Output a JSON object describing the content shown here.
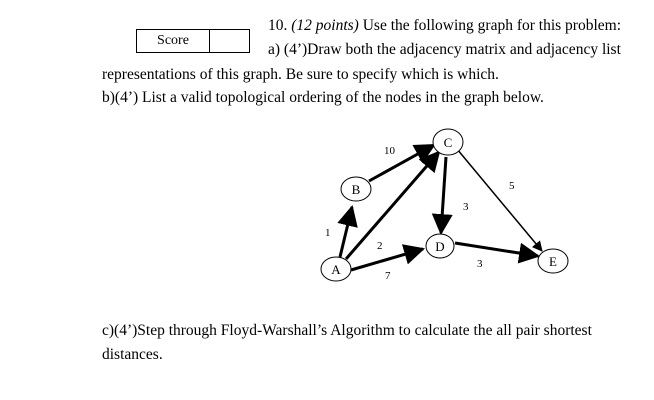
{
  "score": {
    "label": "Score"
  },
  "problem": {
    "number": "10.",
    "points": "(12 points)",
    "intro": "Use the following graph for this problem:",
    "part_a_line1": "a) (4’)Draw both the adjacency matrix and adjacency list",
    "part_a_line2": "representations of this graph. Be sure to specify which is which.",
    "part_b": "b)(4’) List a valid topological ordering of the nodes in the graph below.",
    "part_c_line1": "c)(4’)Step through Floyd-Warshall’s Algorithm to calculate the all pair   shortest",
    "part_c_line2": "distances."
  },
  "graph": {
    "nodes": [
      {
        "id": "A",
        "label": "A"
      },
      {
        "id": "B",
        "label": "B"
      },
      {
        "id": "C",
        "label": "C"
      },
      {
        "id": "D",
        "label": "D"
      },
      {
        "id": "E",
        "label": "E"
      }
    ],
    "edges": [
      {
        "from": "A",
        "to": "B",
        "weight": "1"
      },
      {
        "from": "B",
        "to": "C",
        "weight": "10"
      },
      {
        "from": "A",
        "to": "C",
        "weight": "2"
      },
      {
        "from": "A",
        "to": "D",
        "weight": "7"
      },
      {
        "from": "C",
        "to": "D",
        "weight": "3"
      },
      {
        "from": "C",
        "to": "E",
        "weight": "5"
      },
      {
        "from": "D",
        "to": "E",
        "weight": "3"
      }
    ]
  }
}
